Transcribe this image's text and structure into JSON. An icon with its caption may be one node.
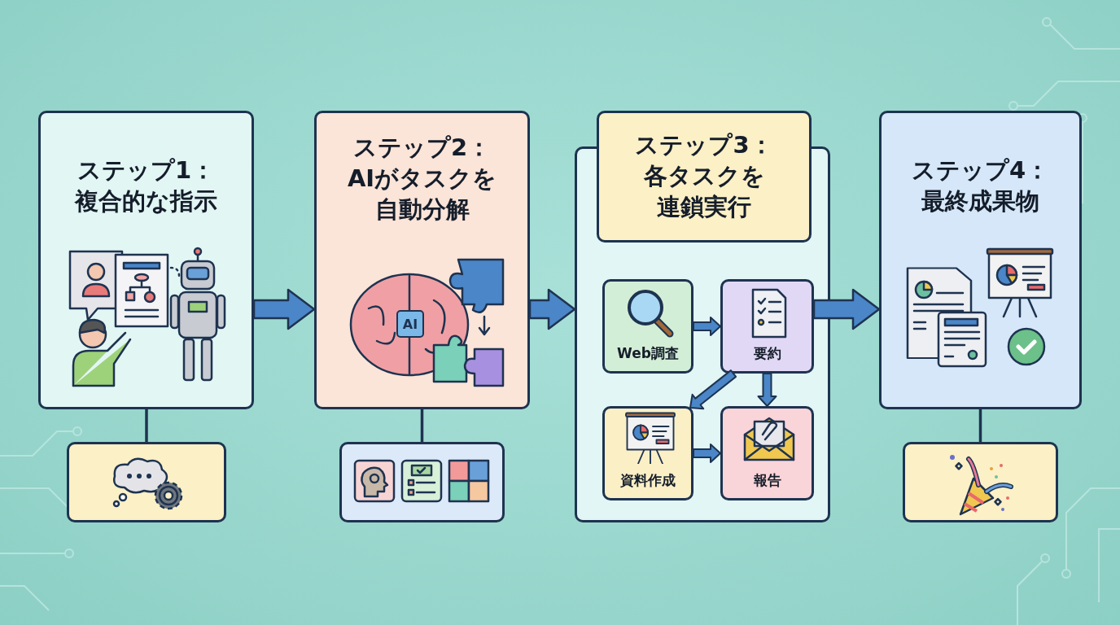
{
  "diagram": {
    "nodes": [
      {
        "text": [
          "ステップ1：複合的な指示"
        ]
      },
      {
        "text": [
          "ステップ2：AIがタスクを自動分解"
        ]
      },
      {
        "text": [
          "ステップ3：各タスクを連鎖実行"
        ]
      },
      {
        "text": [
          "Web調査"
        ],
        "in": 2
      },
      {
        "text": [
          "要約"
        ],
        "in": 2
      },
      {
        "text": [
          "資料作成"
        ],
        "in": 2
      },
      {
        "text": [
          "報告"
        ],
        "in": 2
      },
      {
        "text": [
          "ステップ4：最終成果物"
        ]
      },
      {
        "text": [],
        "shape": "box"
      },
      {
        "text": [],
        "shape": "box"
      },
      {
        "text": [],
        "shape": "box"
      }
    ],
    "edges": [
      {
        "from": 0,
        "to": 1,
        "arrow": "to",
        "style": "thick"
      },
      {
        "from": 1,
        "to": 2,
        "arrow": "to",
        "style": "thick"
      },
      {
        "from": 4,
        "to": 7,
        "arrow": "to",
        "style": "thick"
      },
      {
        "from": 3,
        "to": 4,
        "arrow": "to"
      },
      {
        "from": 4,
        "to": 5,
        "arrow": "to"
      },
      {
        "from": 4,
        "to": 6,
        "arrow": "to"
      },
      {
        "from": 5,
        "to": 6,
        "arrow": "to"
      },
      {
        "from": 0,
        "to": 8,
        "arrow": "none"
      },
      {
        "from": 1,
        "to": 9,
        "arrow": "none"
      },
      {
        "from": 7,
        "to": 10,
        "arrow": "none"
      }
    ],
    "labels": [
      "AI"
    ]
  }
}
